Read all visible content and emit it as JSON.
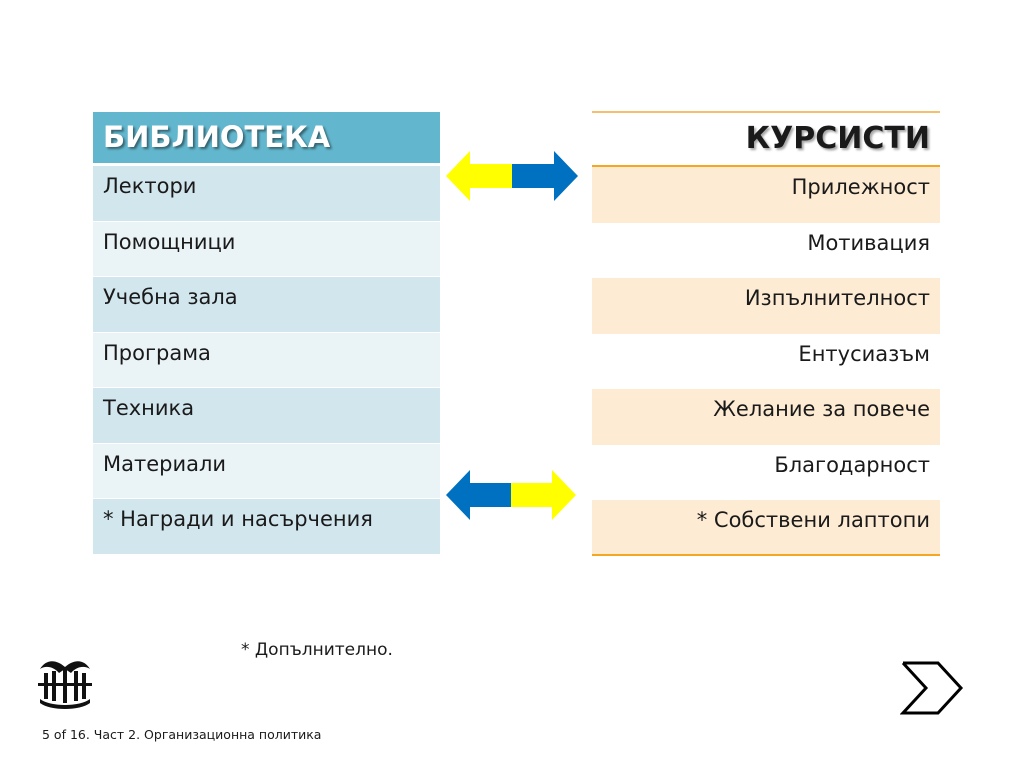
{
  "library": {
    "header": "БИБЛИОТЕКА",
    "items": [
      "Лектори",
      "Помощници",
      "Учебна зала",
      "Програма",
      "Техника",
      "Материали",
      "* Награди и насърчения"
    ]
  },
  "students": {
    "header": "КУРСИСТИ",
    "items": [
      "Прилежност",
      "Мотивация",
      "Изпълнителност",
      "Ентусиазъм",
      "Желание за повече",
      "Благодарност",
      "* Собствени лаптопи"
    ]
  },
  "footnote": "* Допълнително.",
  "footer": "5 of 16. Част 2. Организационна политика",
  "colors": {
    "yellow": "#ffff00",
    "blue": "#0070c0",
    "library_header": "#62b6cd",
    "students_border": "#f5a623"
  },
  "icons": [
    "double-arrow-icon",
    "logo-icon",
    "next-chevron-icon"
  ]
}
